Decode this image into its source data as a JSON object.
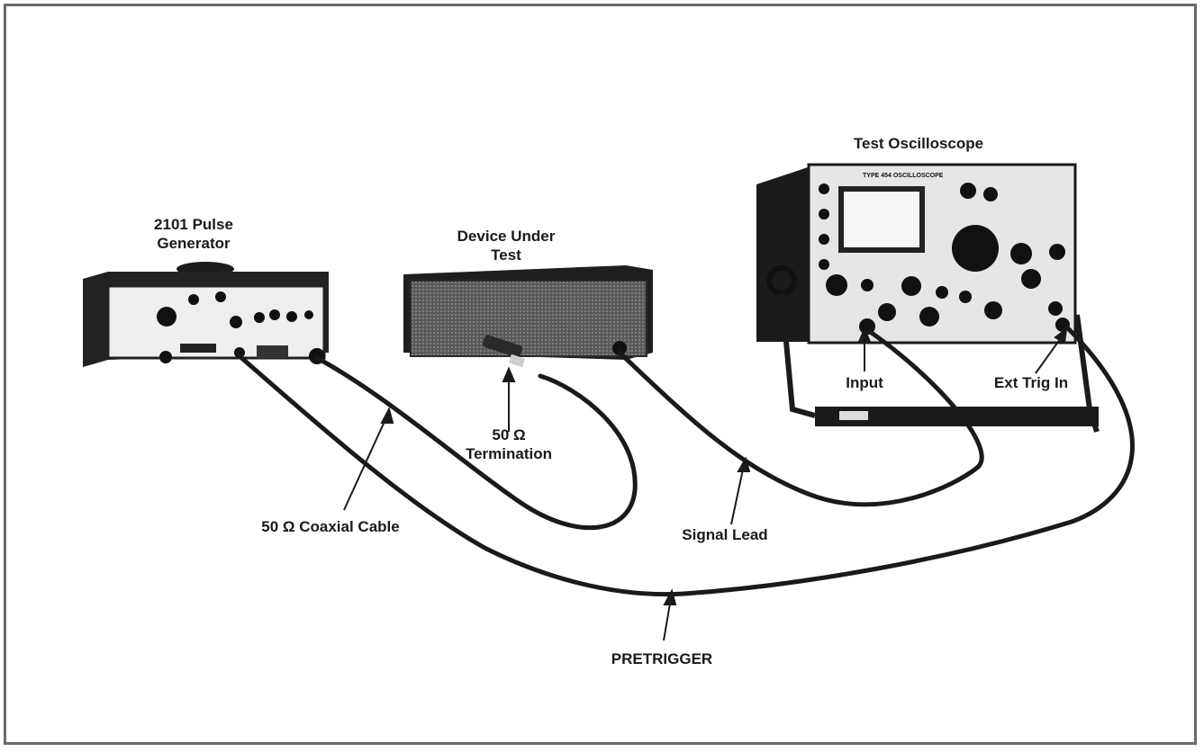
{
  "devices": {
    "pulse_generator": {
      "line1": "2101 Pulse",
      "line2": "Generator"
    },
    "device_under_test": {
      "line1": "Device Under",
      "line2": "Test"
    },
    "oscilloscope": {
      "title": "Test Oscilloscope",
      "panel_text": "TYPE 454 OSCILLOSCOPE"
    }
  },
  "labels": {
    "termination_line1": "50 Ω",
    "termination_line2": "Termination",
    "coax_cable": "50 Ω Coaxial Cable",
    "signal_lead": "Signal Lead",
    "pretrigger": "PRETRIGGER",
    "input": "Input",
    "ext_trig_in": "Ext Trig In"
  }
}
